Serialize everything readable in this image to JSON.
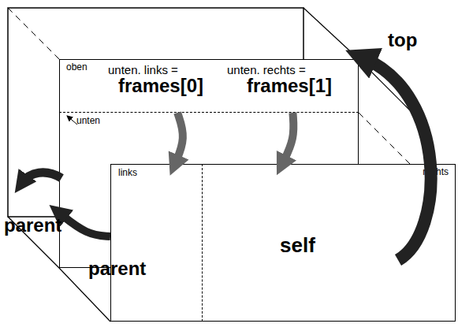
{
  "diagram": {
    "nodes": [
      {
        "text": [
          "oben"
        ]
      },
      {
        "text": [
          "unten"
        ]
      },
      {
        "text": [
          "links"
        ]
      },
      {
        "text": [
          "rechts",
          "self"
        ]
      }
    ],
    "edges": [
      {
        "from": 0,
        "to": 2,
        "arrow": "to"
      },
      {
        "from": 0,
        "to": 3,
        "arrow": "to"
      },
      {
        "from": 2,
        "to": 1,
        "arrow": "to",
        "label": "parent"
      }
    ],
    "labels": [
      "unten. links =",
      "frames[0]",
      "unten. rechts =",
      "frames[1]",
      "parent",
      "top"
    ]
  }
}
